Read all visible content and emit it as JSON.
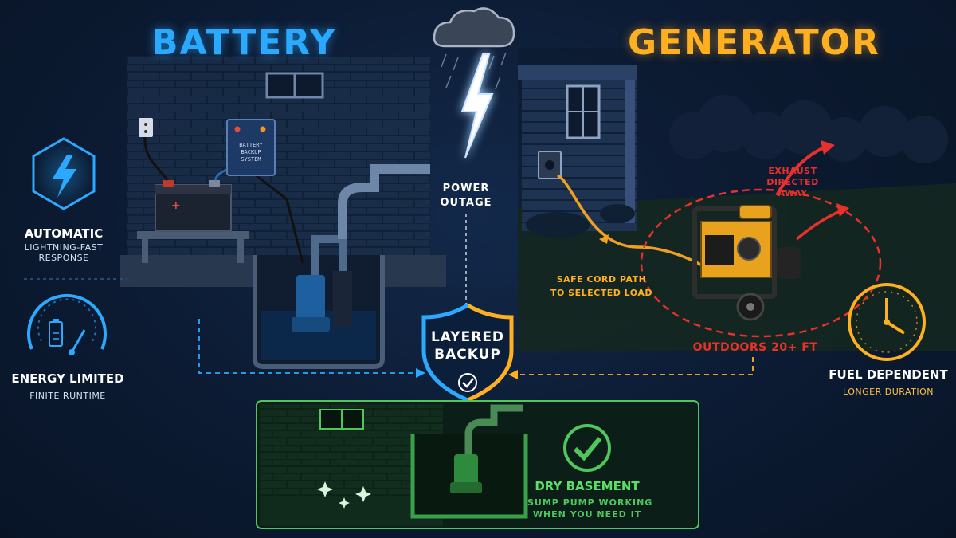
{
  "titles": {
    "battery": "BATTERY",
    "generator": "GENERATOR"
  },
  "battery_side": {
    "automatic_head": "AUTOMATIC",
    "automatic_sub_1": "LIGHTNING-FAST",
    "automatic_sub_2": "RESPONSE",
    "energy_head": "ENERGY LIMITED",
    "energy_sub": "FINITE RUNTIME",
    "panel_label_1": "BATTERY",
    "panel_label_2": "BACKUP",
    "panel_label_3": "SYSTEM"
  },
  "center": {
    "outage_1": "POWER",
    "outage_2": "OUTAGE",
    "shield_1": "LAYERED",
    "shield_2": "BACKUP"
  },
  "generator_side": {
    "exhaust_1": "EXHAUST",
    "exhaust_2": "DIRECTED",
    "exhaust_3": "AWAY",
    "cord_1": "SAFE CORD PATH",
    "cord_2": "TO SELECTED LOAD",
    "outdoors": "OUTDOORS 20+ FT",
    "fuel_head": "FUEL DEPENDENT",
    "fuel_sub": "LONGER DURATION"
  },
  "result": {
    "head": "DRY BASEMENT",
    "sub_1": "SUMP PUMP WORKING",
    "sub_2": "WHEN YOU NEED IT"
  },
  "colors": {
    "battery_blue": "#2aa9ff",
    "generator_orange": "#ffb020",
    "exhaust_red": "#e8302c",
    "result_green": "#4fc75d"
  },
  "icons": [
    "lightning-bolt-icon",
    "battery-gauge-icon",
    "clock-icon",
    "check-circle-icon",
    "shield-icon",
    "storm-cloud-icon"
  ]
}
